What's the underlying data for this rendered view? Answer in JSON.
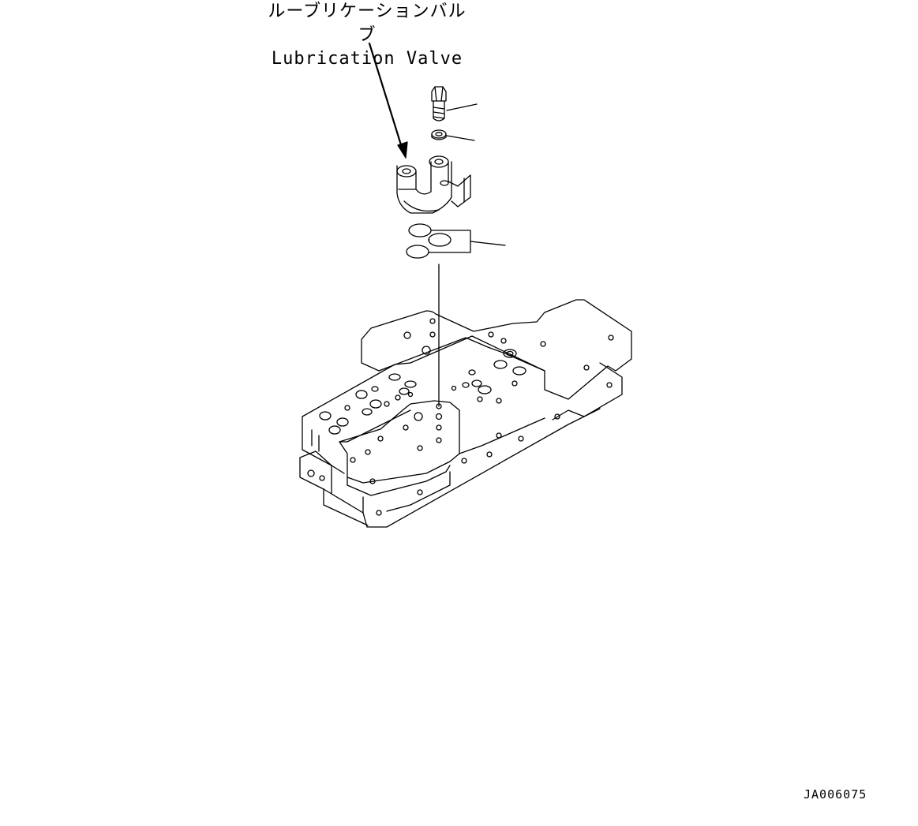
{
  "callout": {
    "label_jp": "ルーブリケーションバルブ",
    "label_en": "Lubrication Valve"
  },
  "reference_code": "JA006075",
  "colors": {
    "line": "#000000",
    "background": "#ffffff"
  }
}
